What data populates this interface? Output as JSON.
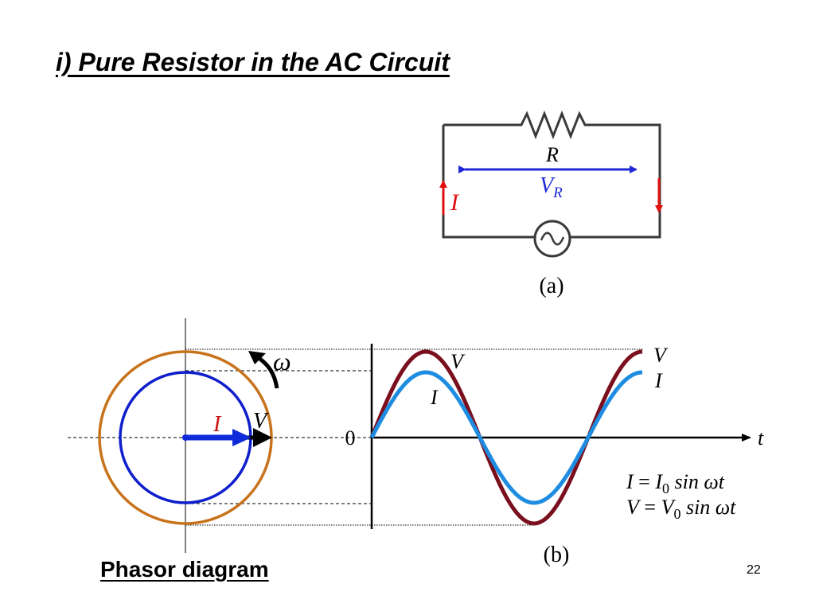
{
  "slide": {
    "title": "i) Pure Resistor in the AC Circuit",
    "phasor_caption": "Phasor diagram",
    "page_number": "22"
  },
  "circuit": {
    "resistor_label": "R",
    "voltage_label_main": "V",
    "voltage_label_sub": "R",
    "current_label": "I",
    "panel_label": "(a)"
  },
  "phasor": {
    "omega_label": "ω",
    "current_label": "I",
    "voltage_label": "V"
  },
  "waveform": {
    "panel_label": "(b)",
    "origin_label": "0",
    "time_axis_label": "t",
    "voltage_peak_label": "V",
    "current_peak_label": "I",
    "voltage_end_label": "V",
    "current_end_label": "I",
    "equation_current": {
      "lhs": "I",
      "amp": "I",
      "amp_sub": "0",
      "rest": "sin ωt"
    },
    "equation_voltage": {
      "lhs": "V",
      "amp": "V",
      "amp_sub": "0",
      "rest": "sin ωt"
    }
  },
  "colors": {
    "voltage": "#7a0f1e",
    "current": "#1e8ce0",
    "outer_circle": "#c8731b",
    "inner_circle": "#0f1fcc",
    "phasor_current": "#0f2bd9",
    "circuit_wire": "#3a3a3a",
    "circuit_arrow": "#e01010",
    "vr_arrow": "#1f29d6"
  }
}
